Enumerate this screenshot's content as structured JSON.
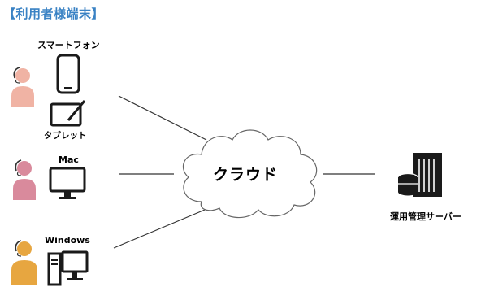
{
  "title": "【利用者様端末】",
  "devices": {
    "smartphone_label": "スマートフォン",
    "tablet_label": "タブレット",
    "mac_label": "Mac",
    "windows_label": "Windows"
  },
  "cloud_label": "クラウド",
  "server_label": "運用管理サーバー",
  "colors": {
    "title": "#3a82c4",
    "user_pink_light": "#f0b3a4",
    "user_pink": "#d98a9c",
    "user_orange": "#e7a640",
    "icon_dark": "#1a1a1a"
  }
}
